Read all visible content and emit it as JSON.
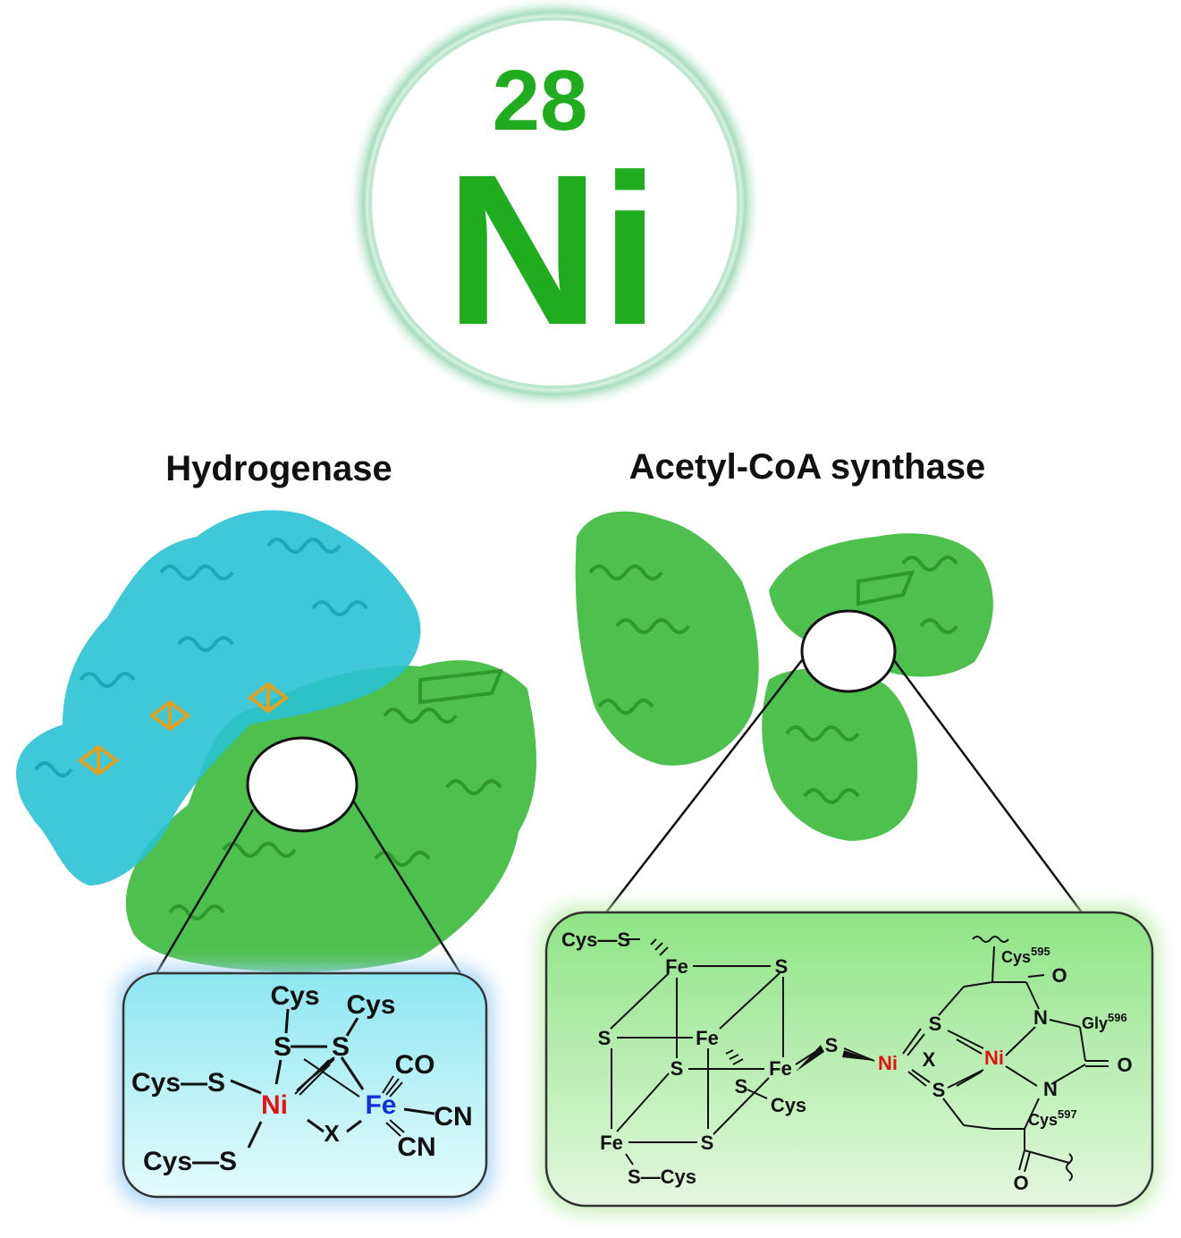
{
  "element": {
    "number": "28",
    "symbol": "Ni",
    "color": "#1fad1f",
    "halo": "#a8ddc0"
  },
  "panels": {
    "left_title": "Hydrogenase",
    "right_title": "Acetyl-CoA synthase"
  },
  "colors": {
    "cyan_protein": "#1fbfcf",
    "green_protein": "#22b022",
    "ni_label": "#e31313",
    "fe_label": "#1030e0",
    "cyan_box": "#aef0f6",
    "green_box": "#a3ec9a",
    "cofactor": "#e0a020"
  },
  "hydrogenase_site": {
    "cys_top1": "Cys",
    "cys_top2": "Cys",
    "s_top1": "S",
    "s_top2": "S",
    "cys_s_left": "Cys—S",
    "cys_s_bottom": "Cys—S",
    "ni": "Ni",
    "fe": "Fe",
    "x": "X",
    "co": "CO",
    "cn_right": "CN",
    "cn_bottom": "CN"
  },
  "acs_site": {
    "cys_s_topleft": "Cys—S",
    "fe1": "Fe",
    "s1": "S",
    "s2": "S",
    "fe2": "Fe",
    "s3": "S",
    "fe3": "Fe",
    "s4": "S",
    "cys_right": "Cys",
    "fe4": "Fe",
    "s5": "S",
    "s_cys_bottom": "S—Cys",
    "bridge_s": "S",
    "ni_p": "Ni",
    "x": "X",
    "s_up": "S",
    "s_down": "S",
    "ni_d": "Ni",
    "n_up": "N",
    "n_down": "N",
    "o1": "O",
    "o2": "O",
    "o3": "O",
    "cys595": "Cys",
    "cys595_sup": "595",
    "gly596": "Gly",
    "gly596_sup": "596",
    "cys597": "Cys",
    "cys597_sup": "597"
  }
}
